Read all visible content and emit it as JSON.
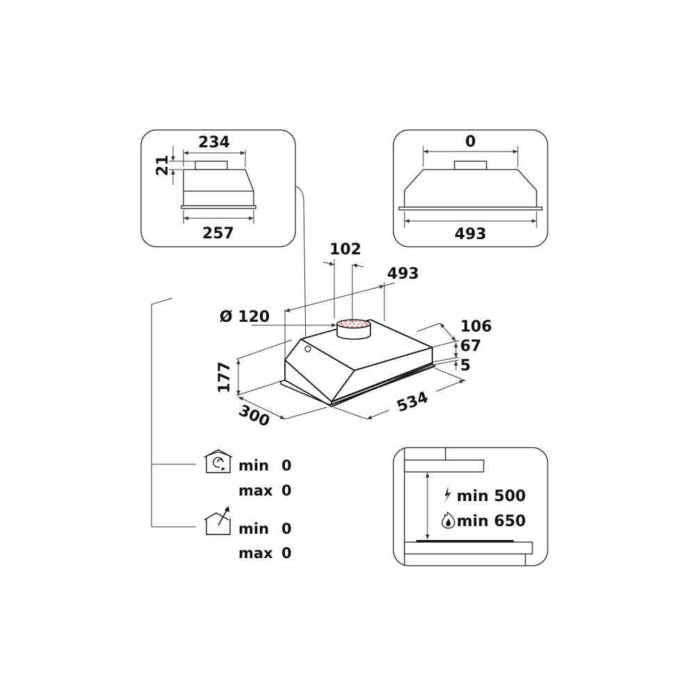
{
  "panels": {
    "side_view": {
      "top_width": "234",
      "outlet_height": "21",
      "bottom_width": "257"
    },
    "front_view": {
      "top_width": "0",
      "bottom_width": "493"
    },
    "clearance": {
      "electric_label": "min 500",
      "gas_label": "min 650",
      "electric_icon": "lightning-icon",
      "gas_icon": "flame-icon"
    }
  },
  "main_drawing": {
    "outlet_offset": "102",
    "outlet_span": "493",
    "outlet_diameter": "Ø 120",
    "height_total": "177",
    "depth": "300",
    "width": "534",
    "side_top": "106",
    "side_mid": "67",
    "side_flange": "5"
  },
  "installation": {
    "recirculation": {
      "icon": "recirculation-house-icon",
      "min_label": "min",
      "min_value": "0",
      "max_label": "max",
      "max_value": "0"
    },
    "extraction": {
      "icon": "extraction-house-icon",
      "min_label": "min",
      "min_value": "0",
      "max_label": "max",
      "max_value": "0"
    }
  },
  "colors": {
    "line": "#111111",
    "dim_line": "#333333",
    "outlet_marker": "#e02020",
    "background": "#ffffff"
  }
}
